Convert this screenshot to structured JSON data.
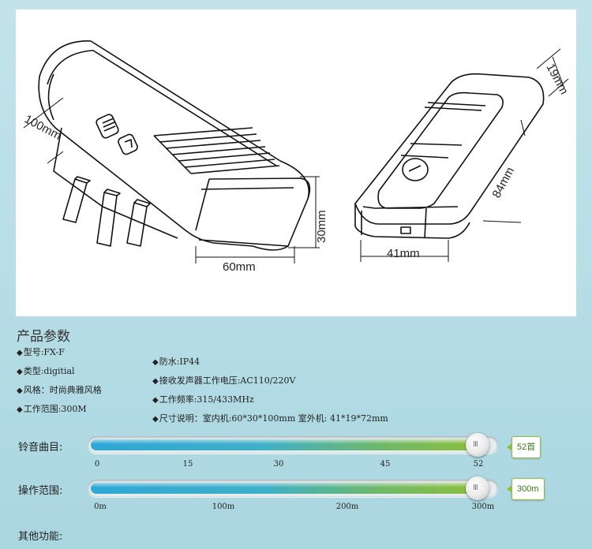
{
  "dimensions": {
    "receiver_depth": "100mm",
    "receiver_height": "30mm",
    "receiver_width": "60mm",
    "transmitter_thickness": "19mm",
    "transmitter_length": "84mm",
    "transmitter_width": "41mm"
  },
  "section_title": "产品参数",
  "specs_left": [
    "型号:FX-F",
    "类型:digitial",
    "风格：时尚典雅风格",
    "工作范围:300M"
  ],
  "specs_right": [
    "防水:IP44",
    "接收发声器工作电压:AC110/220V",
    "工作频率:315/433MHz",
    "尺寸说明：室内机:60*30*100mm   室外机: 41*19*72mm"
  ],
  "bullet": "◆",
  "sliders": [
    {
      "label": "铃音曲目:",
      "value_text": "52首",
      "level_fraction": 1.0,
      "ticks": [
        "0",
        "15",
        "30",
        "45",
        "52"
      ]
    },
    {
      "label": "操作范围:",
      "value_text": "300m",
      "level_fraction": 1.0,
      "ticks": [
        "0m",
        "100m",
        "200m",
        "300m"
      ]
    }
  ],
  "knob_grip": "III",
  "other_functions_title": "其他功能:"
}
